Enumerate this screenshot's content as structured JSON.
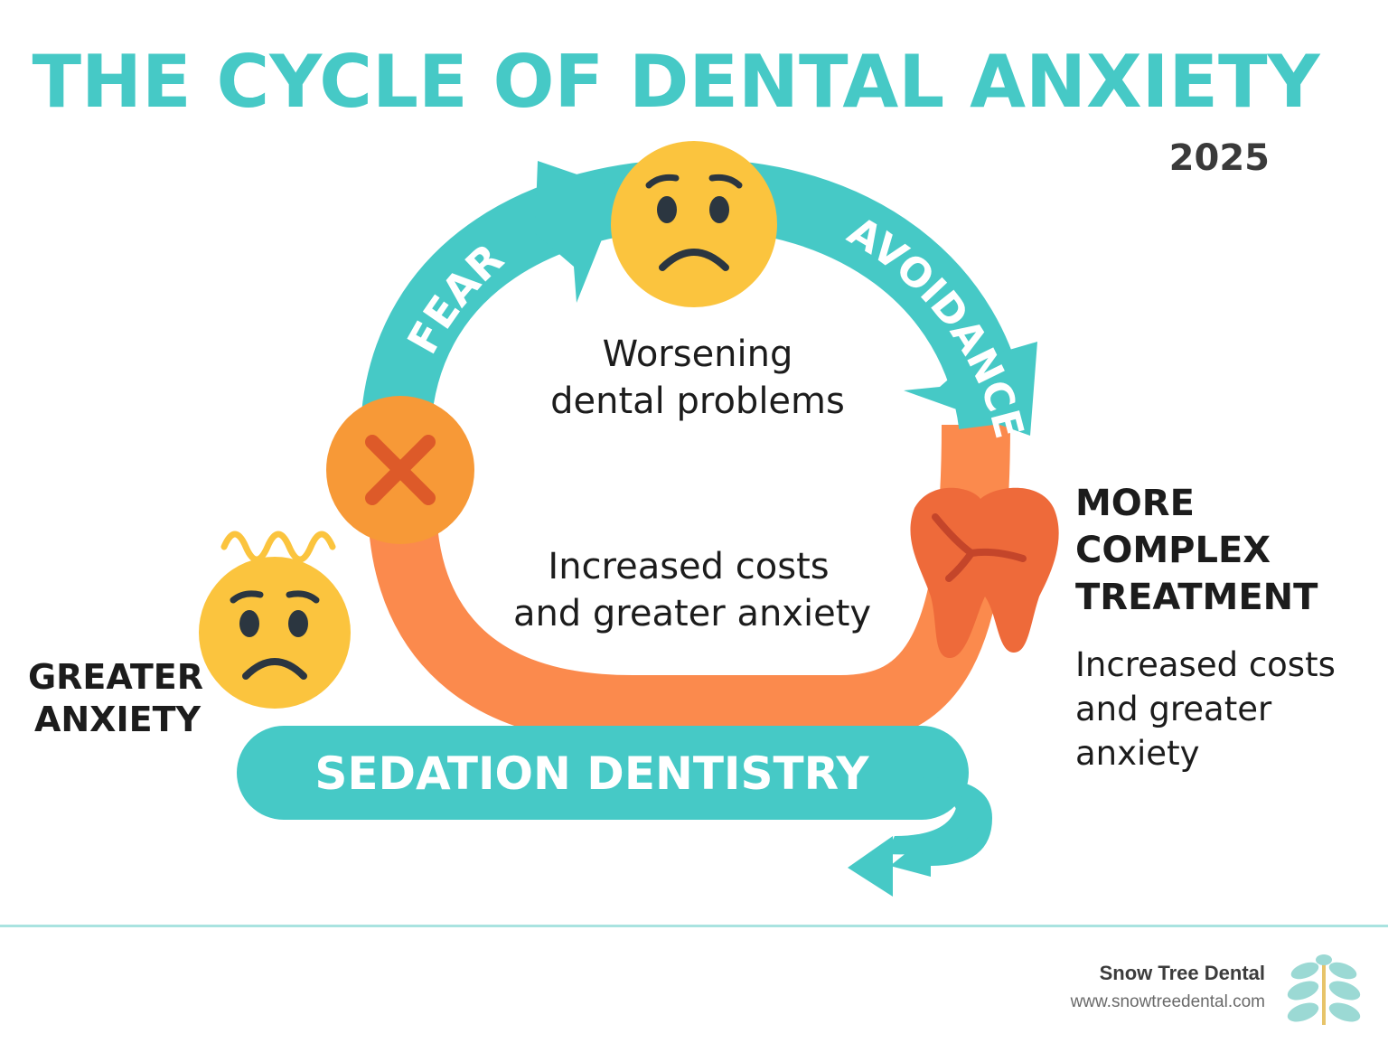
{
  "title": "THE CYCLE OF DENTAL ANXIETY",
  "year": "2025",
  "cycle": {
    "fear_label": "FEAR",
    "avoidance_label": "AVOIDANCE",
    "center_top_line1": "Worsening",
    "center_top_line2": "dental problems",
    "center_bottom_line1": "Increased costs",
    "center_bottom_line2": "and greater anxiety"
  },
  "side_left": {
    "line1": "GREATER",
    "line2": "ANXIETY"
  },
  "side_right": {
    "heading_line1": "MORE",
    "heading_line2": "COMPLEX",
    "heading_line3": "TREATMENT",
    "text_line1": "Increased costs",
    "text_line2": "and greater",
    "text_line3": "anxiety"
  },
  "banner": "SEDATION DENTISTRY",
  "footer": {
    "brand": "Snow Tree Dental",
    "url": "www.snowtreedental.com"
  },
  "colors": {
    "teal": "#46c9c6",
    "orange": "#fb8a4d",
    "emoji_yellow": "#fbc43e",
    "x_circle": "#f79937",
    "tooth": "#ee6a3a"
  },
  "icons": [
    "worried-face-icon",
    "cross-mark-icon",
    "anxious-face-icon",
    "tooth-icon",
    "leaf-logo-icon"
  ]
}
